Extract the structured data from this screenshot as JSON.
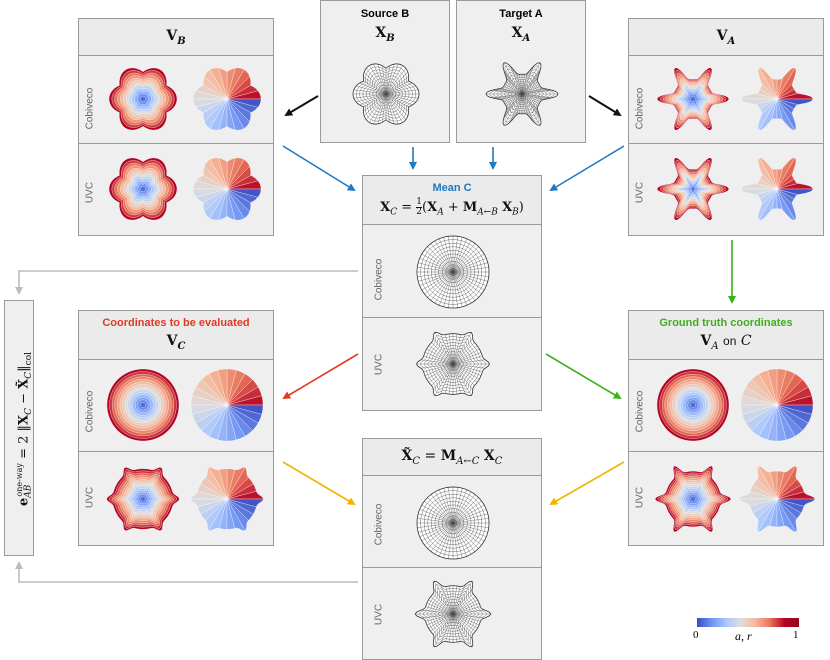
{
  "source_b": {
    "title": "Source B",
    "math": "X_B"
  },
  "target_a": {
    "title": "Target A",
    "math": "X_A"
  },
  "vb": {
    "math": "V_B"
  },
  "va": {
    "math": "V_A"
  },
  "mean_c": {
    "title": "Mean C",
    "math": "X_C = ½(X_A + M_{A←B} X_B)"
  },
  "vc": {
    "title": "Coordinates to be evaluated",
    "math": "V_C"
  },
  "gt": {
    "title": "Ground truth coordinates",
    "math": "V_A on C"
  },
  "xtilde": {
    "math": "X̃_C = M_{A←C} X_C"
  },
  "error": {
    "math": "e_AB^one-way = 2 ‖X_C − X̃_C‖_col"
  },
  "methods": {
    "cobiveco": "Cobiveco",
    "uvc": "UVC"
  },
  "colorbar": {
    "min": "0",
    "label": "a, r",
    "max": "1"
  },
  "colors": {
    "blue": "#1f78c1",
    "red": "#e03a25",
    "green": "#3db01c",
    "yellow": "#f0b400",
    "black": "#111111",
    "gray": "#bdbdbd"
  }
}
